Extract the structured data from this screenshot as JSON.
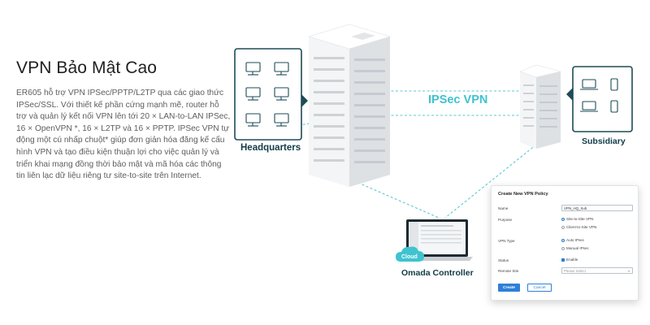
{
  "heading": "VPN Bảo Mật Cao",
  "body": "ER605 hỗ trợ VPN IPSec/PPTP/L2TP qua các giao thức IPSec/SSL. Với thiết kế phần cứng mạnh mẽ, router hỗ trợ và quản lý kết nối VPN lên tới 20 × LAN-to-LAN IPSec, 16 × OpenVPN *, 16 × L2TP và 16 × PPTP. IPSec VPN tự động một cú nhấp chuột* giúp đơn giản hóa đăng kế cấu hình VPN và tạo điều kiện thuận lợi cho việc quản lý và triển khai mạng đồng thời bảo mật và mã hóa các thông tin liên lạc dữ liệu riêng tư site-to-site trên Internet.",
  "diagram": {
    "headquarters": "Headquarters",
    "subsidiary": "Subsidiary",
    "tunnel": "IPSec VPN",
    "controller": "Omada Controller",
    "cloud": "Cloud"
  },
  "colors": {
    "accent": "#3fc3cf",
    "dark_teal": "#123b46",
    "primary_button": "#2f7fd8"
  },
  "dialog": {
    "title": "Create New VPN Policy",
    "name_label": "Name",
    "name_value": "VPN_HQ_Sub",
    "purpose_label": "Purpose",
    "purpose_options": [
      "Site-to-Site VPN",
      "Client-to-Site VPN"
    ],
    "vpn_type_label": "VPN Type",
    "vpn_type_options": [
      "Auto IPsec",
      "Manual IPsec"
    ],
    "status_label": "Status",
    "status_option": "Enable",
    "remote_site_label": "Remote Site",
    "remote_site_placeholder": "Please Select",
    "create_label": "Create",
    "cancel_label": "Cancel"
  }
}
